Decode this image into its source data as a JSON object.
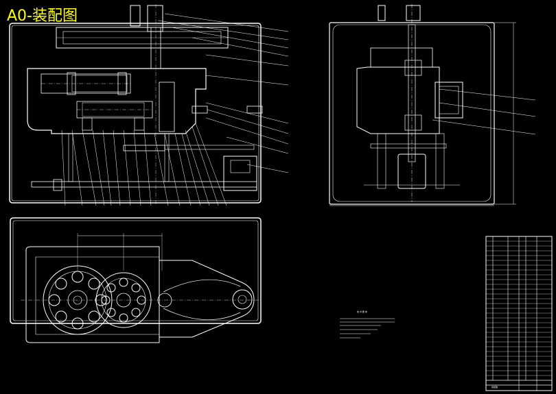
{
  "title": "A0-装配图",
  "colors": {
    "background": "#000000",
    "line": "#ffffff",
    "title": "#ffff00",
    "frame": "#ffffff"
  },
  "views": [
    {
      "name": "front-section-view"
    },
    {
      "name": "side-view"
    },
    {
      "name": "top-view"
    }
  ],
  "technical_requirements": {
    "heading": "技 术 要 求"
  },
  "parts_table": {
    "title_block": "装配图"
  }
}
